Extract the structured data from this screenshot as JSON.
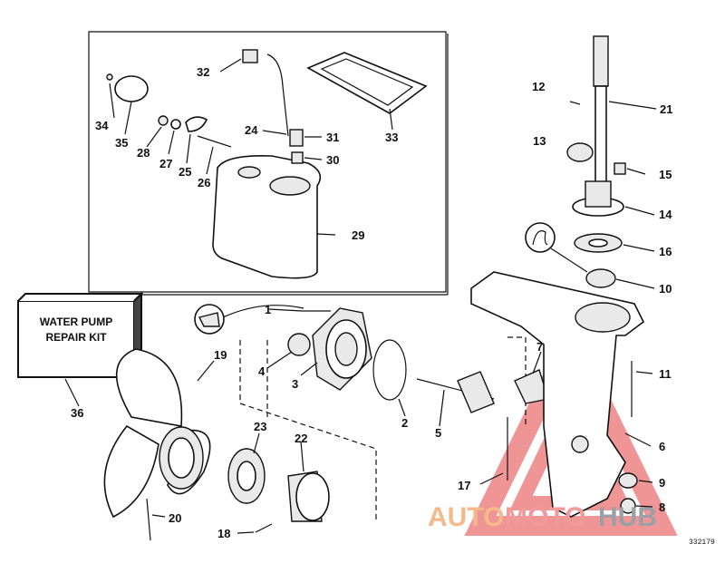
{
  "labels": {
    "l1": "1",
    "l2": "2",
    "l3": "3",
    "l4": "4",
    "l5": "5",
    "l6": "6",
    "l7": "7",
    "l8": "8",
    "l9": "9",
    "l10": "10",
    "l11": "11",
    "l12": "12",
    "l13": "13",
    "l14": "14",
    "l15": "15",
    "l16": "16",
    "l17": "17",
    "l18": "18",
    "l19": "19",
    "l20": "20",
    "l21": "21",
    "l22": "22",
    "l23": "23",
    "l24": "24",
    "l25": "25",
    "l26": "26",
    "l27": "27",
    "l28": "28",
    "l29": "29",
    "l30": "30",
    "l31": "31",
    "l32": "32",
    "l33": "33",
    "l34": "34",
    "l35": "35",
    "l36": "36"
  },
  "kit_box": {
    "line1": "WATER PUMP",
    "line2": "REPAIR KIT"
  },
  "drawing_code": "332179",
  "watermark": {
    "part1": "AUTO",
    "part2": "MOTO",
    "part3": "HUB"
  },
  "colors": {
    "watermark_orange": "#f4b98a",
    "watermark_red": "#ef8a8a",
    "watermark_gray": "#9aa0a6",
    "line": "#111111"
  }
}
